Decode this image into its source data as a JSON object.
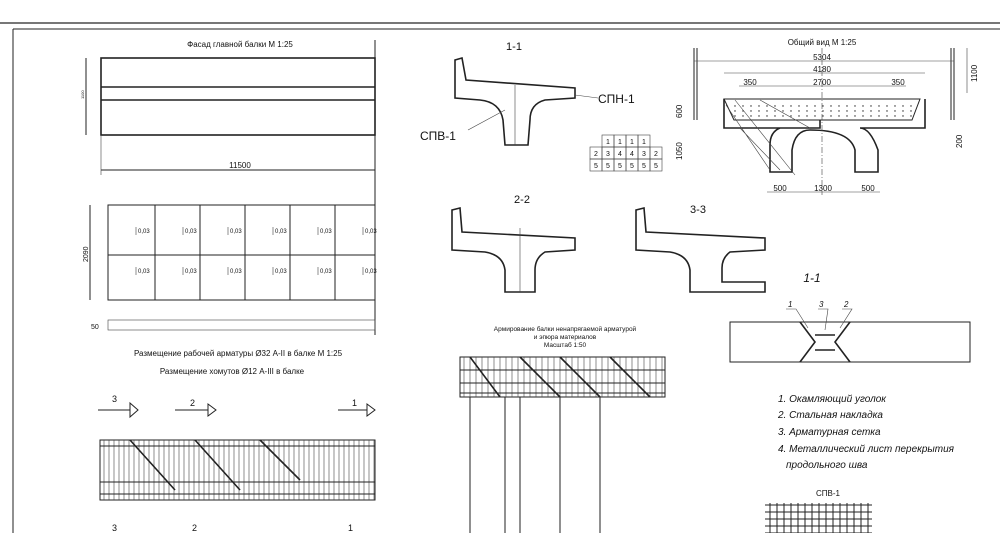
{
  "facade": {
    "title": "Фасад главной балки М 1:25",
    "length": "11500",
    "height": "1100",
    "height2": "2090",
    "offset": "50",
    "crack_width": "0,03"
  },
  "rebar_layout": {
    "title": "Размещение рабочей арматуры Ø32 А-II в балке М 1:25",
    "stirrups_title": "Размещение хомутов Ø12 А-III в балке",
    "section_marks": [
      "3",
      "2",
      "1"
    ]
  },
  "section_1_1": {
    "title": "1-1",
    "label_top": "СПН-1",
    "label_bottom": "СПВ-1"
  },
  "bar_table": {
    "rows": [
      [
        "1",
        "1",
        "1",
        "1"
      ],
      [
        "2",
        "3",
        "4",
        "4",
        "3",
        "2"
      ],
      [
        "5",
        "5",
        "5",
        "5",
        "5",
        "5"
      ]
    ]
  },
  "section_2_2": {
    "title": "2-2"
  },
  "section_3_3": {
    "title": "3-3"
  },
  "general_view": {
    "title": "Общий вид М 1:25",
    "dims": {
      "overall": "5304",
      "slab": "4180",
      "left": "350",
      "middle": "2700",
      "right": "350",
      "rail_height": "1100",
      "deck": "600",
      "rib": "1050",
      "cant": "200",
      "b_left": "500",
      "b_mid": "1300",
      "b_right": "500"
    }
  },
  "reinforcement": {
    "title_line1": "Армирование балки ненапрягаемой арматурой",
    "title_line2": "и эпюра материалов",
    "title_line3": "Масштаб 1:50"
  },
  "joint_detail": {
    "title": "1-1",
    "markers": [
      "1",
      "3",
      "2"
    ],
    "legend": [
      "1. Окамляющий уголок",
      "2. Стальная накладка",
      "3. Арматурная сетка",
      "4. Металлический лист перекрытия",
      "продольного шва"
    ]
  },
  "mesh": {
    "title": "СПВ-1"
  }
}
